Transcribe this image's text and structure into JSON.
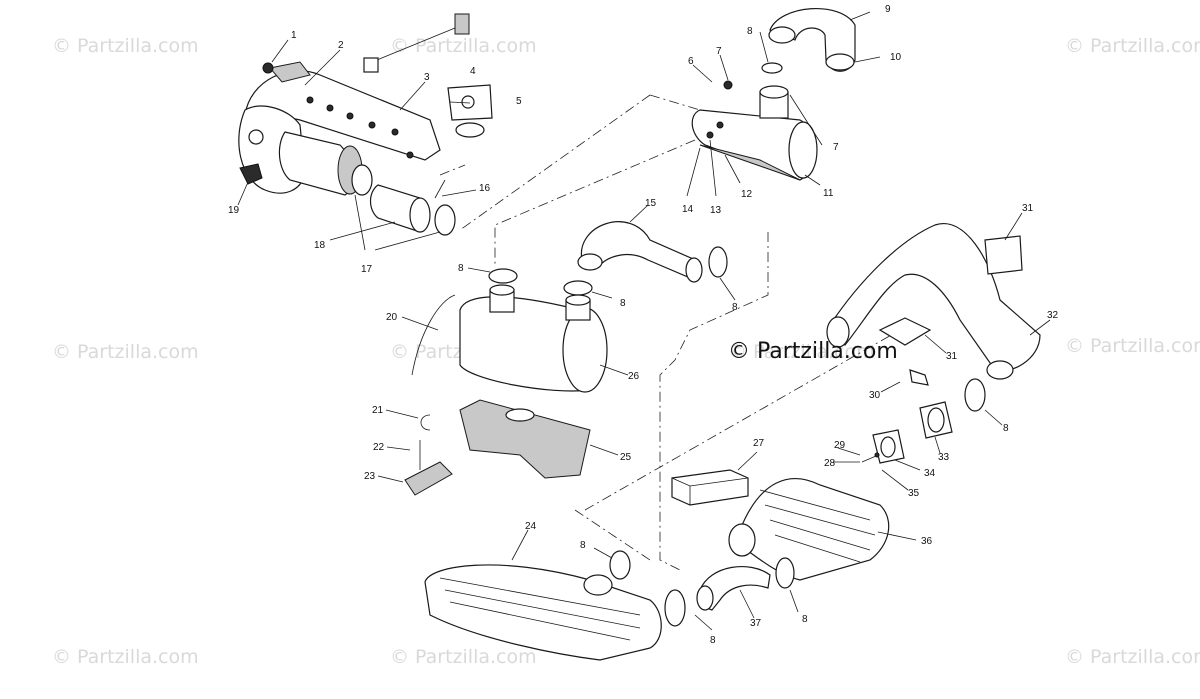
{
  "watermarks": [
    "© Partzilla.com",
    "© Partzilla.com",
    "© Partzilla.com",
    "© Partzilla.com",
    "© Partzilla.com",
    "© Partzilla.com",
    "© Partzilla.com",
    "© Partzilla.com",
    "© Partzilla.com",
    "© Partzilla.com"
  ],
  "brand_watermark": "© Partzilla.com",
  "callouts": [
    {
      "label": "1"
    },
    {
      "label": "2"
    },
    {
      "label": "3"
    },
    {
      "label": "4"
    },
    {
      "label": "5"
    },
    {
      "label": "6"
    },
    {
      "label": "7"
    },
    {
      "label": "7"
    },
    {
      "label": "8"
    },
    {
      "label": "9"
    },
    {
      "label": "10"
    },
    {
      "label": "11"
    },
    {
      "label": "12"
    },
    {
      "label": "13"
    },
    {
      "label": "14"
    },
    {
      "label": "15"
    },
    {
      "label": "16"
    },
    {
      "label": "17"
    },
    {
      "label": "18"
    },
    {
      "label": "19"
    },
    {
      "label": "8"
    },
    {
      "label": "8"
    },
    {
      "label": "8"
    },
    {
      "label": "20"
    },
    {
      "label": "26"
    },
    {
      "label": "21"
    },
    {
      "label": "22"
    },
    {
      "label": "23"
    },
    {
      "label": "25"
    },
    {
      "label": "31"
    },
    {
      "label": "31"
    },
    {
      "label": "32"
    },
    {
      "label": "30"
    },
    {
      "label": "8"
    },
    {
      "label": "29"
    },
    {
      "label": "28"
    },
    {
      "label": "33"
    },
    {
      "label": "34"
    },
    {
      "label": "35"
    },
    {
      "label": "27"
    },
    {
      "label": "36"
    },
    {
      "label": "24"
    },
    {
      "label": "8"
    },
    {
      "label": "8"
    },
    {
      "label": "37"
    },
    {
      "label": "8"
    }
  ]
}
